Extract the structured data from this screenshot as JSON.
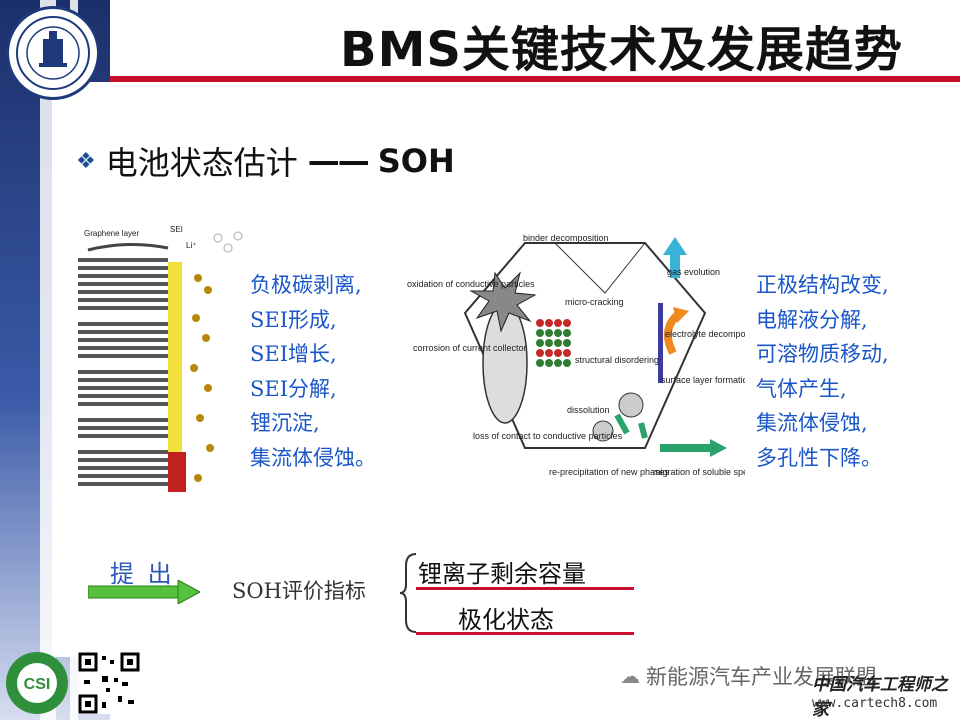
{
  "slide": {
    "title": "BMS关键技术及发展趋势",
    "subtitle_main": "电池状态估计",
    "subtitle_dash": "——",
    "subtitle_key": "SOH"
  },
  "left_figure": {
    "graphene_label": "Graphene layer",
    "sei_label": "SEI",
    "li_label": "Li⁺"
  },
  "anode_effects": [
    "负极碳剥离,",
    "SEI形成,",
    "SEI增长,",
    "SEI分解,",
    "锂沉淀,",
    "集流体侵蚀。"
  ],
  "center_figure": {
    "binder": "binder decomposition",
    "oxidation": "oxidation of conductive particles",
    "corrosion": "corrosion of current collector",
    "micro": "micro-cracking",
    "structural": "structural disordering",
    "dissolution": "dissolution",
    "loss_contact": "loss of contact to conductive particles",
    "reprecip": "re-precipitation of new phases",
    "gas": "gas evolution",
    "electrolyte": "electrolyte decomposition",
    "surface": "surface layer formation",
    "migration": "migration of soluble species"
  },
  "cathode_effects": [
    "正极结构改变,",
    "电解液分解,",
    "可溶物质移动,",
    "气体产生,",
    "集流体侵蚀,",
    "多孔性下降。"
  ],
  "proposal": {
    "label": "提 出",
    "index_label": "SOH评价指标",
    "items": [
      "锂离子剩余容量",
      "极化状态"
    ]
  },
  "footer": {
    "wechat": "新能源汽车产业发展联盟",
    "brand": "中国汽车工程师之家",
    "website": "www.cartech8.com"
  },
  "colors": {
    "accent_red": "#c8102e",
    "blue_text": "#1a56c9",
    "navy": "#1b2f6a",
    "arrow_green": "#56c23b"
  }
}
